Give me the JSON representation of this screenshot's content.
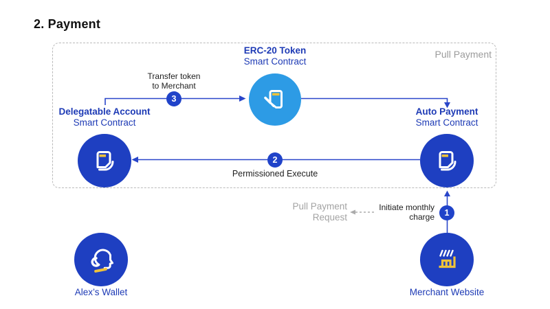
{
  "title": "2. Payment",
  "colors": {
    "node_dark_blue": "#1e3fc1",
    "node_light_blue": "#2d9be5",
    "accent_yellow": "#eec23a",
    "text_blue": "#1d3ab5",
    "arrow_blue": "#2945c9",
    "gray_text": "#a3a3a3",
    "dark_text": "#1d1d1d"
  },
  "group": {
    "label": "Pull Payment"
  },
  "nodes": {
    "erc20": {
      "title": "ERC-20 Token",
      "subtitle": "Smart Contract"
    },
    "delegatable": {
      "title": "Delegatable Account",
      "subtitle": "Smart Contract"
    },
    "auto_payment": {
      "title": "Auto Payment",
      "subtitle": "Smart Contract"
    }
  },
  "steps": {
    "step1": {
      "number": "1",
      "label_line1": "Initiate monthly",
      "label_line2": "charge"
    },
    "step2": {
      "number": "2",
      "label": "Permissioned Execute"
    },
    "step3": {
      "number": "3",
      "label_line1": "Transfer token",
      "label_line2": "to Merchant"
    }
  },
  "pull_request": {
    "line1": "Pull Payment",
    "line2": "Request"
  },
  "actors": {
    "wallet": {
      "label": "Alex’s Wallet"
    },
    "merchant": {
      "label": "Merchant Website"
    }
  }
}
